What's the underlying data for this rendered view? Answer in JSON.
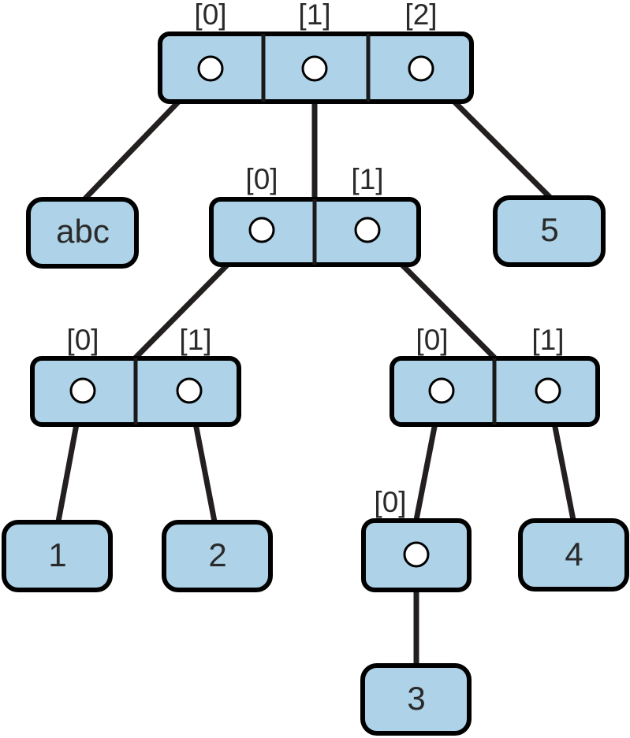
{
  "diagram": {
    "title": "nested-list-pointer-diagram",
    "colors": {
      "cell_fill": "#aed3e8",
      "outline": "#000000",
      "edge": "#231f1f",
      "dot_fill": "#ffffff",
      "background": "#ffffff",
      "text": "#2a2a2a"
    },
    "root_array": {
      "name": "root-array",
      "cells": [
        {
          "index_label": "[0]",
          "target": "abc"
        },
        {
          "index_label": "[1]",
          "target": "middle-array"
        },
        {
          "index_label": "[2]",
          "target": "5"
        }
      ]
    },
    "middle_array": {
      "name": "middle-array",
      "cells": [
        {
          "index_label": "[0]",
          "target": "left-array"
        },
        {
          "index_label": "[1]",
          "target": "right-array"
        }
      ]
    },
    "left_array": {
      "name": "left-array",
      "cells": [
        {
          "index_label": "[0]",
          "target": "1"
        },
        {
          "index_label": "[1]",
          "target": "2"
        }
      ]
    },
    "right_array": {
      "name": "right-array",
      "cells": [
        {
          "index_label": "[0]",
          "target": "inner-array"
        },
        {
          "index_label": "[1]",
          "target": "4"
        }
      ]
    },
    "inner_array": {
      "name": "inner-array",
      "cells": [
        {
          "index_label": "[0]",
          "target": "3"
        }
      ]
    },
    "leaves": [
      {
        "name": "leaf-abc",
        "value": "abc"
      },
      {
        "name": "leaf-5",
        "value": "5"
      },
      {
        "name": "leaf-1",
        "value": "1"
      },
      {
        "name": "leaf-2",
        "value": "2"
      },
      {
        "name": "leaf-4",
        "value": "4"
      },
      {
        "name": "leaf-3",
        "value": "3"
      }
    ]
  }
}
